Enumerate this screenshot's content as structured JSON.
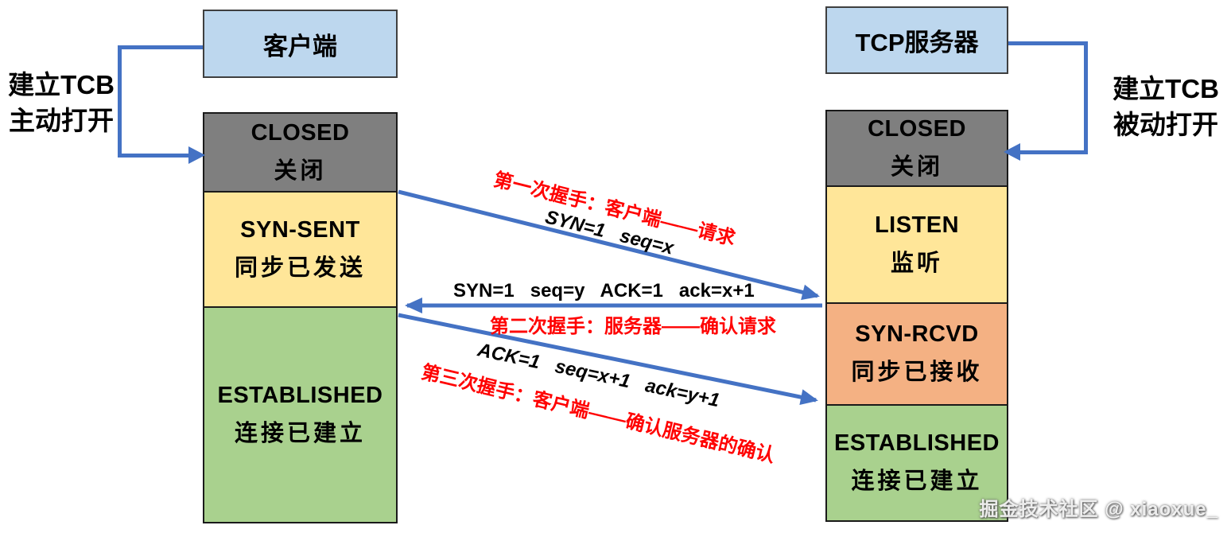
{
  "colors": {
    "header_fill": "#BDD7EE",
    "closed_fill": "#7F7F7F",
    "listen_syn_sent_fill": "#FFE699",
    "syn_rcvd_fill": "#F4B183",
    "established_fill": "#A9D18E",
    "arrow_blue": "#4472C4",
    "caption_red": "#FF0000"
  },
  "client": {
    "title": "客户端",
    "tcb_note": {
      "line1": "建立TCB",
      "line2": "主动打开"
    },
    "states": [
      {
        "en": "CLOSED",
        "zh": "关闭"
      },
      {
        "en": "SYN-SENT",
        "zh": "同步已发送"
      },
      {
        "en": "ESTABLISHED",
        "zh": "连接已建立"
      }
    ]
  },
  "server": {
    "title": "TCP服务器",
    "tcb_note": {
      "line1": "建立TCB",
      "line2": "被动打开"
    },
    "states": [
      {
        "en": "CLOSED",
        "zh": "关闭"
      },
      {
        "en": "LISTEN",
        "zh": "监听"
      },
      {
        "en": "SYN-RCVD",
        "zh": "同步已接收"
      },
      {
        "en": "ESTABLISHED",
        "zh": "连接已建立"
      }
    ]
  },
  "handshakes": [
    {
      "direction": "client-to-server",
      "flags": "SYN=1   seq=x",
      "caption": "第一次握手：客户端——请求"
    },
    {
      "direction": "server-to-client",
      "flags": "SYN=1   seq=y   ACK=1   ack=x+1",
      "caption": "第二次握手：服务器——确认请求"
    },
    {
      "direction": "client-to-server",
      "flags": "ACK=1   seq=x+1   ack=y+1",
      "caption": "第三次握手：客户端——确认服务器的确认"
    }
  ],
  "watermark": "掘金技术社区 @ xiaoxue_"
}
